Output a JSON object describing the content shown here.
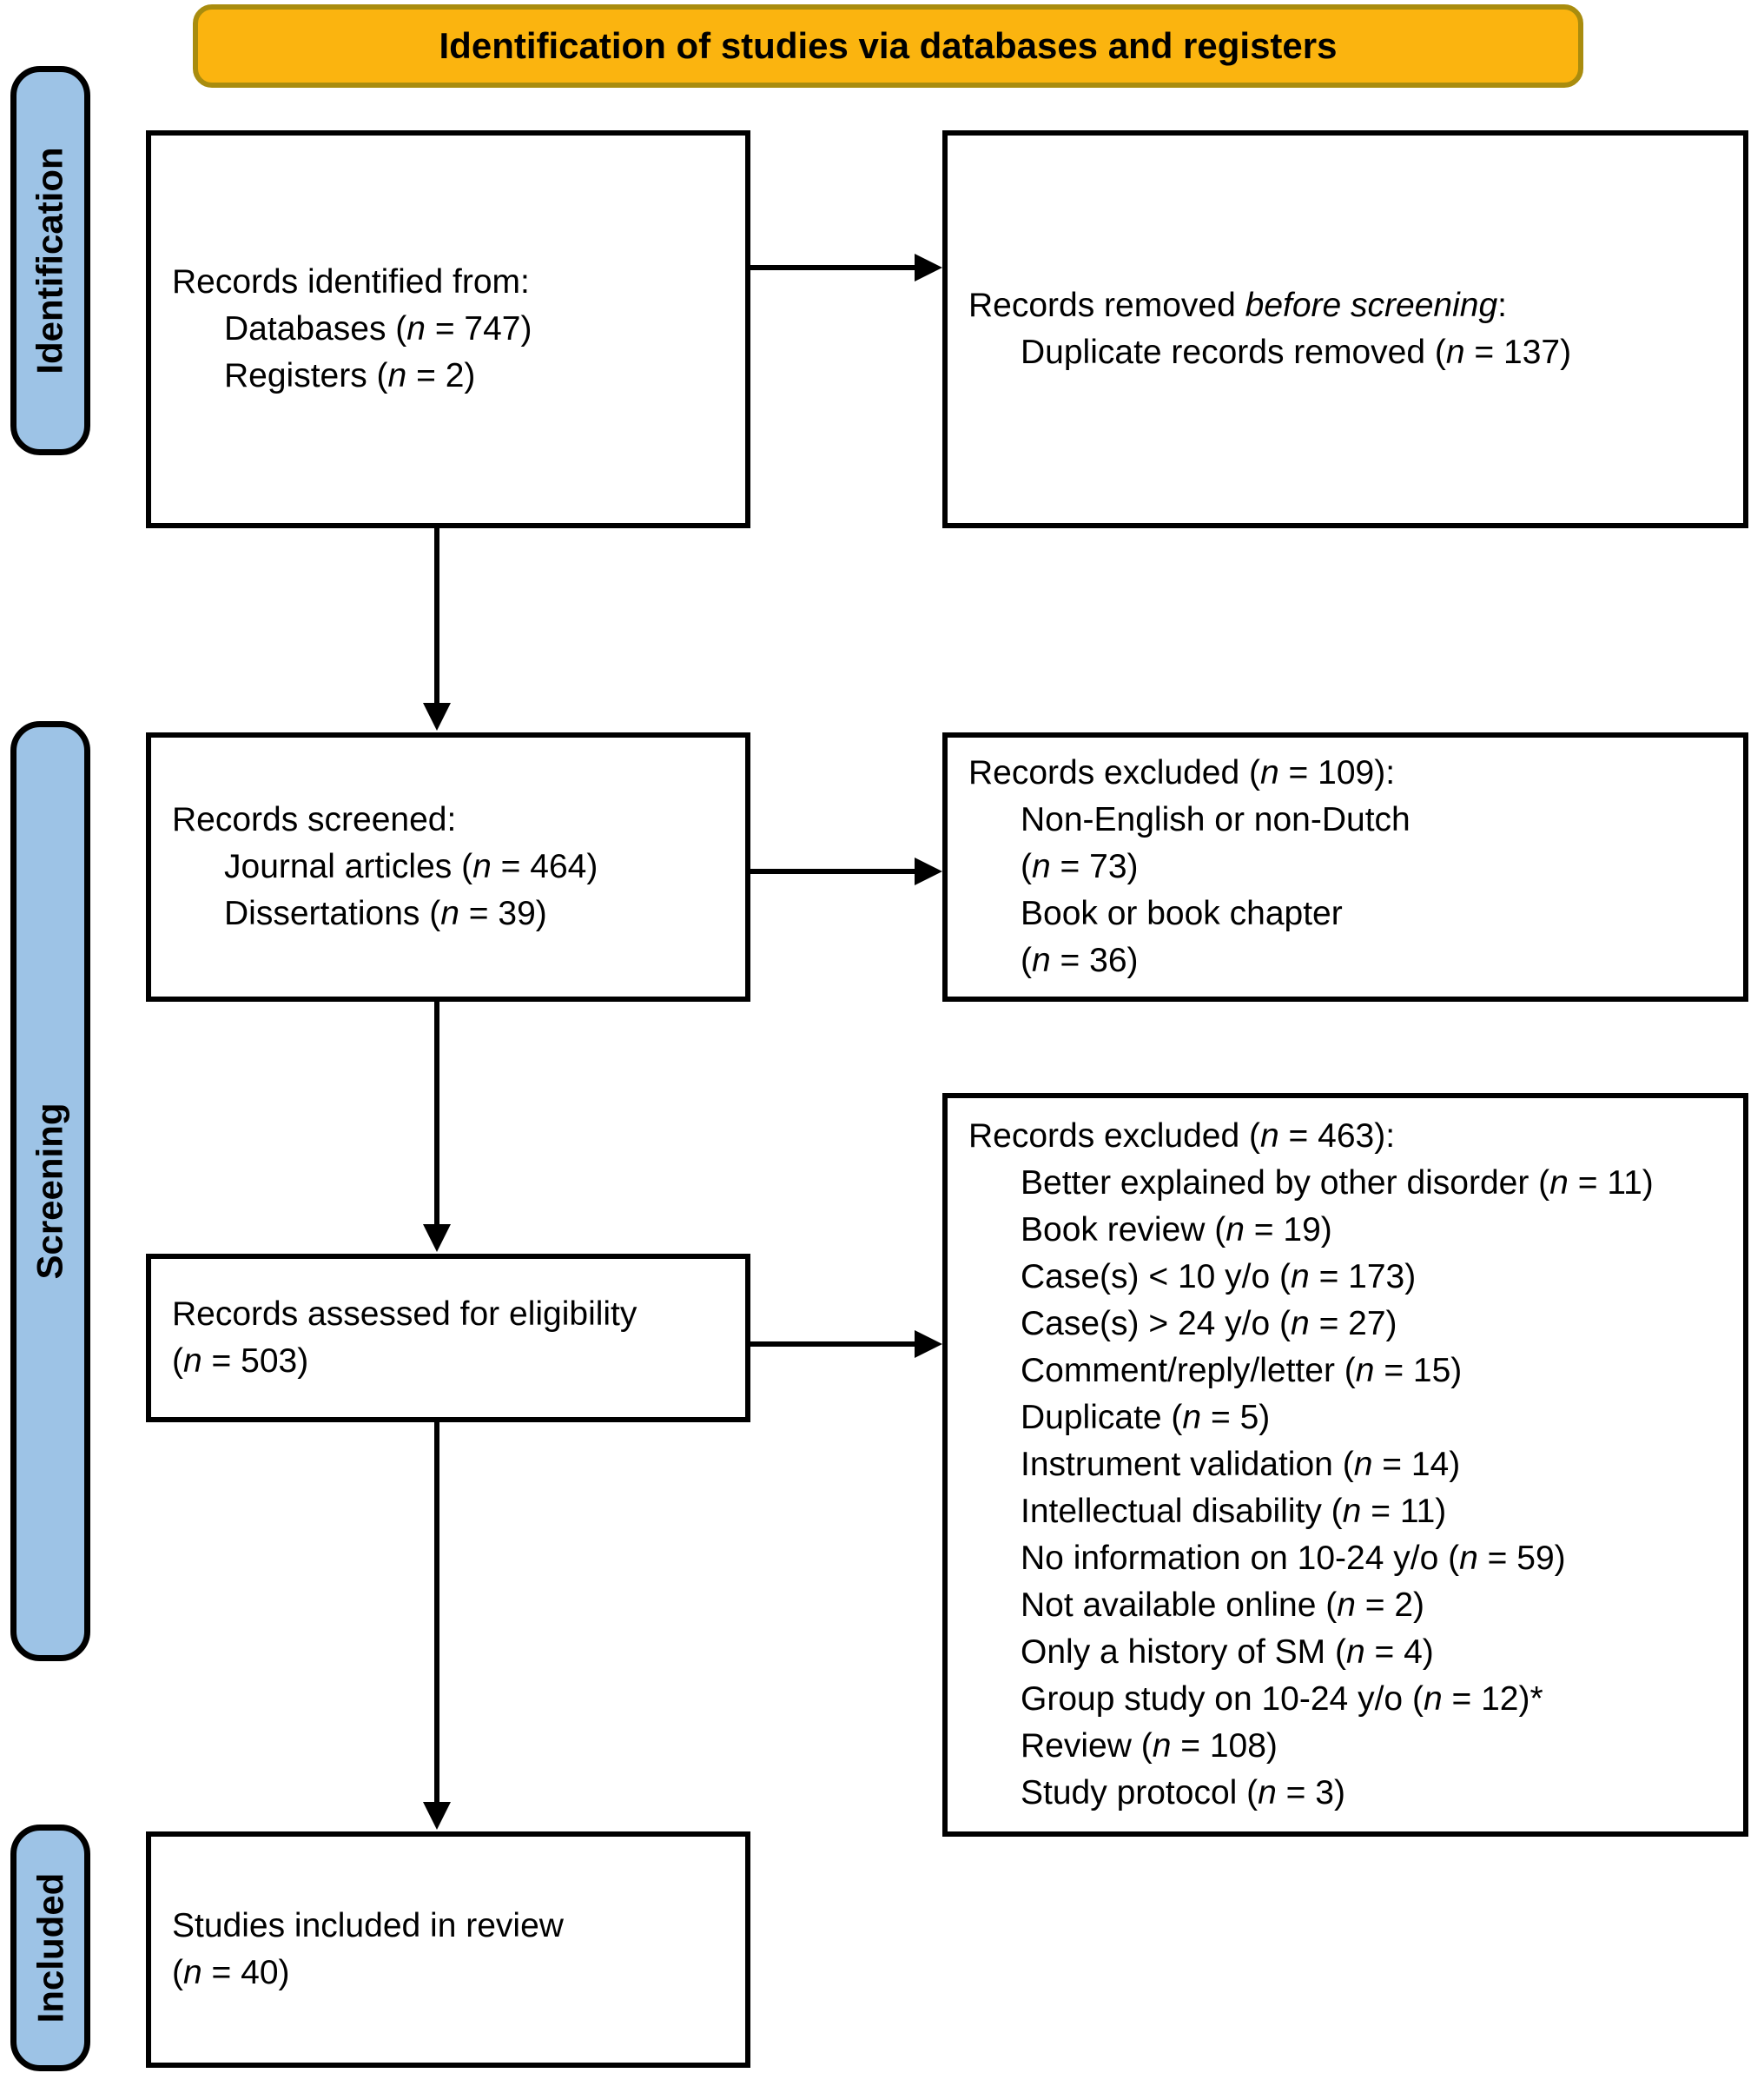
{
  "banner": {
    "title": "Identification of studies via databases and registers"
  },
  "stages": [
    {
      "label": "Identification"
    },
    {
      "label": "Screening"
    },
    {
      "label": "Included"
    }
  ],
  "boxes": {
    "identified": {
      "lines": [
        "Records identified from:",
        ">Databases (*n* = 747)",
        ">Registers (*n* = 2)"
      ]
    },
    "removed_before_screening": {
      "lines": [
        "Records removed *before screening*:",
        ">Duplicate records removed (*n* = 137)"
      ]
    },
    "screened": {
      "lines": [
        "Records screened:",
        ">Journal articles (*n* = 464)",
        ">Dissertations (*n* = 39)"
      ]
    },
    "excluded_screening": {
      "lines": [
        "Records excluded (*n* = 109):",
        ">Non-English or non-Dutch",
        ">(*n* = 73)",
        ">Book or book chapter",
        ">(*n* = 36)"
      ]
    },
    "assessed": {
      "lines": [
        "Records assessed for eligibility",
        "(*n* = 503)"
      ]
    },
    "excluded_eligibility": {
      "lines": [
        "Records excluded (*n* = 463):",
        ">Better explained by other disorder (*n* = 11)",
        ">Book review (*n* = 19)",
        ">Case(s) < 10 y/o (*n* = 173)",
        ">Case(s) > 24 y/o (*n* = 27)",
        ">Comment/reply/letter (*n* = 15)",
        ">Duplicate (*n* = 5)",
        ">Instrument validation (*n* = 14)",
        ">Intellectual disability (*n* = 11)",
        ">No information on 10-24 y/o (*n* = 59)",
        ">Not available online (*n* = 2)",
        ">Only a history of SM (*n* = 4)",
        ">Group study on 10-24 y/o (*n* = 12)*",
        ">Review (*n* = 108)",
        ">Study protocol (*n* = 3)"
      ]
    },
    "included": {
      "lines": [
        "Studies included in review",
        "(*n* = 40)"
      ]
    }
  },
  "colors": {
    "banner_fill": "#FBB40F",
    "banner_border": "#A98C0E",
    "stage_fill": "#9DC3E6",
    "line_color": "#000000"
  }
}
